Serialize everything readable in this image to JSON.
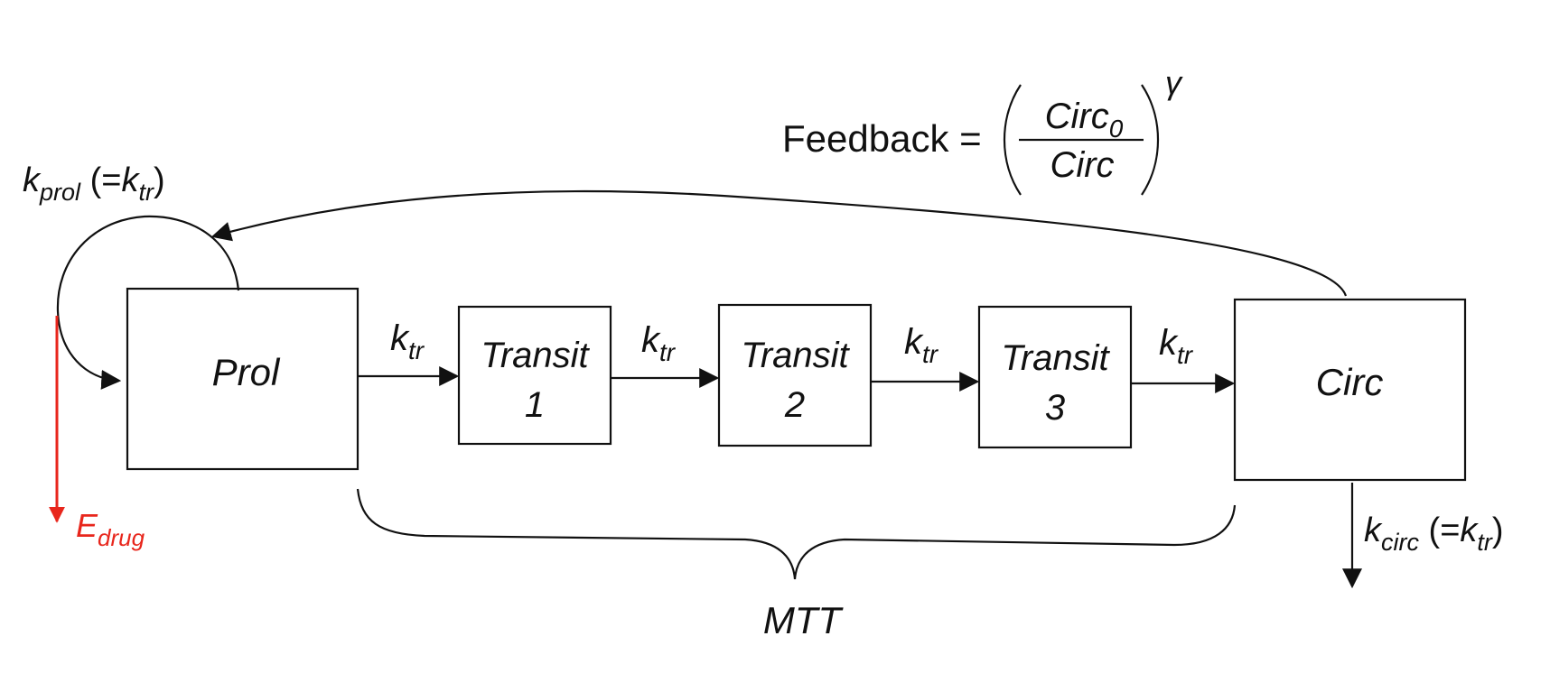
{
  "compartments": {
    "prol": "Prol",
    "transit1": [
      "Transit",
      "1"
    ],
    "transit2": [
      "Transit",
      "2"
    ],
    "transit3": [
      "Transit",
      "3"
    ],
    "circ": "Circ"
  },
  "rate_labels": {
    "ktr": {
      "base": "k",
      "sub": "tr"
    },
    "kprol": {
      "base": "k",
      "sub": "prol",
      "paren_open": " (=",
      "paren_base": "k",
      "paren_sub": "tr",
      "paren_close": ")"
    },
    "kcirc": {
      "base": "k",
      "sub": "circ",
      "paren_open": " (=",
      "paren_base": "k",
      "paren_sub": "tr",
      "paren_close": ")"
    }
  },
  "feedback": {
    "label": "Feedback =",
    "numerator_base": "Circ",
    "numerator_sub": "0",
    "denominator": "Circ",
    "exponent": "γ"
  },
  "drug_effect": {
    "base": "E",
    "sub": "drug",
    "color": "#e8261c"
  },
  "mtt_label": "MTT",
  "colors": {
    "line": "#111111",
    "drug": "#e8261c",
    "background": "#ffffff"
  }
}
